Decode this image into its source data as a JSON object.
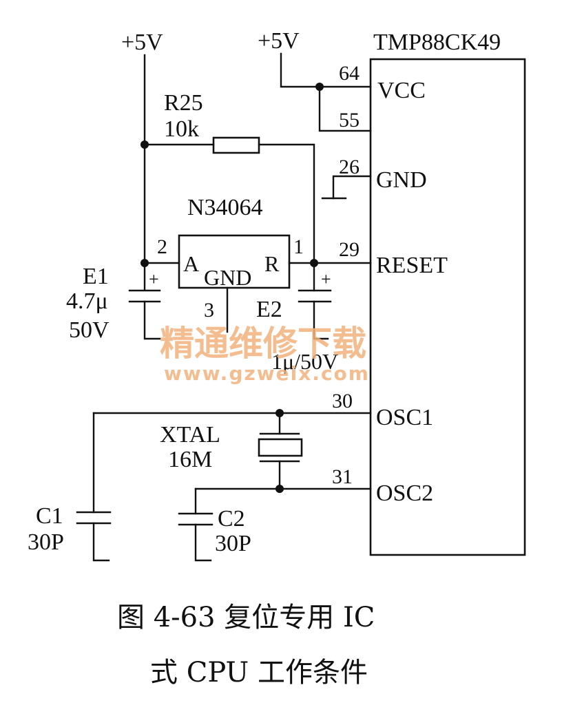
{
  "supplies": {
    "vcc_left": "+5V",
    "vcc_right": "+5V"
  },
  "mcu": {
    "name": "TMP88CK49",
    "pins": [
      {
        "num": "64",
        "name": "VCC"
      },
      {
        "num": "55",
        "name": ""
      },
      {
        "num": "26",
        "name": "GND"
      },
      {
        "num": "29",
        "name": "RESET"
      },
      {
        "num": "30",
        "name": "OSC1"
      },
      {
        "num": "31",
        "name": "OSC2"
      }
    ]
  },
  "resistor": {
    "ref": "R25",
    "value": "10k"
  },
  "reset_ic": {
    "name": "N34064",
    "pin_a": "A",
    "pin_gnd": "GND",
    "pin_r": "R",
    "pin_num_a": "2",
    "pin_num_r": "1",
    "pin_num_gnd": "3"
  },
  "caps": {
    "e1": {
      "ref": "E1",
      "value": "4.7μ",
      "voltage": "50V",
      "polarity": "+"
    },
    "e2": {
      "ref": "E2",
      "value": "1μ/50V",
      "polarity": "+"
    },
    "c1": {
      "ref": "C1",
      "value": "30P"
    },
    "c2": {
      "ref": "C2",
      "value": "30P"
    }
  },
  "crystal": {
    "ref": "XTAL",
    "value": "16M"
  },
  "watermark": {
    "cn": "精通维修下载",
    "url": "www.gzweix.com"
  },
  "caption": {
    "line1": "图 4-63   复位专用 IC",
    "line2": "式 CPU 工作条件"
  }
}
